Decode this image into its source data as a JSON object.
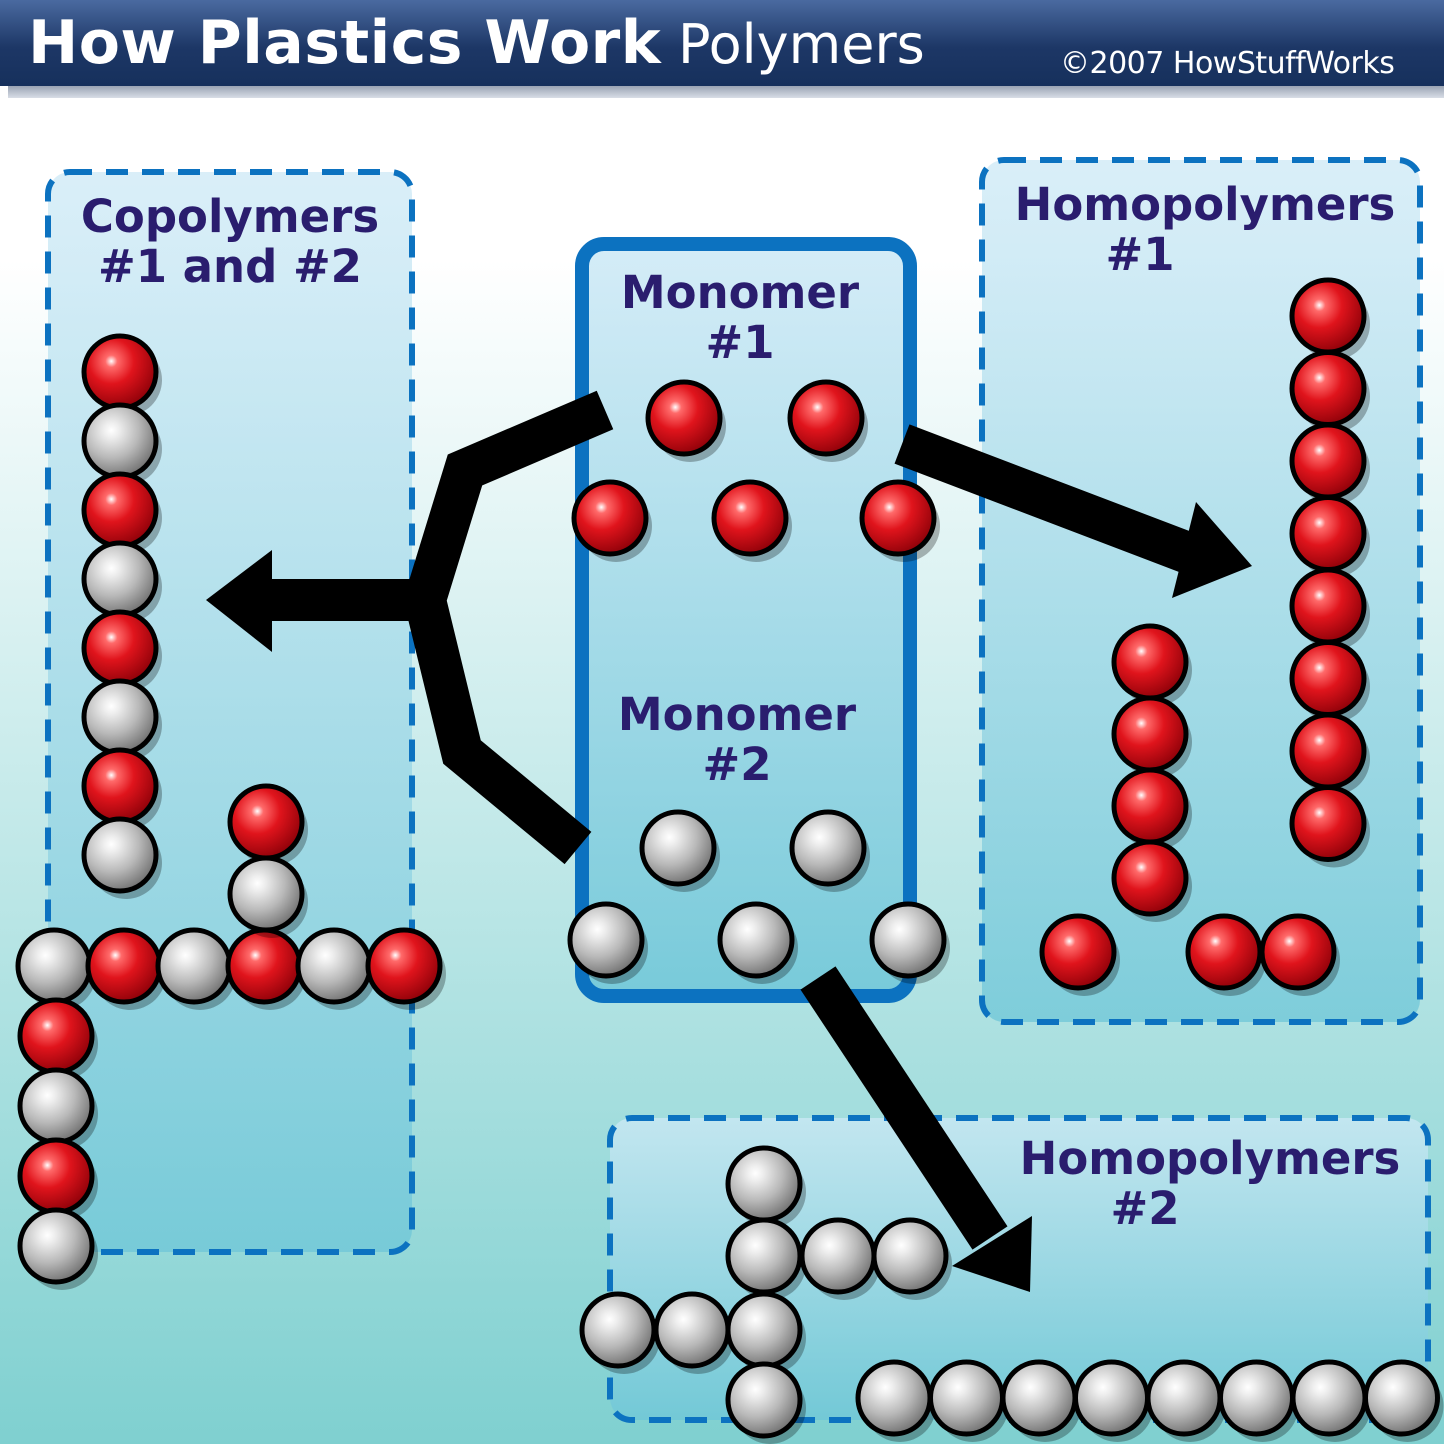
{
  "header": {
    "title": "How Plastics Work",
    "subtitle": "Polymers",
    "copyright": "©2007 HowStuffWorks"
  },
  "labels": {
    "copolymers_line1": "Copolymers",
    "copolymers_line2": "#1 and #2",
    "monomer1_line1": "Monomer",
    "monomer1_line2": "#1",
    "monomer2_line1": "Monomer",
    "monomer2_line2": "#2",
    "homo1_line1": "Homopolymers",
    "homo1_line2": "#1",
    "homo2_line1": "Homopolymers",
    "homo2_line2": "#2"
  },
  "colors": {
    "monomer1": "#e0141c",
    "monomer2": "#b8b8b8",
    "header": "#1d3766",
    "box_border": "#0c72c0",
    "label_text": "#2a1d6e"
  }
}
